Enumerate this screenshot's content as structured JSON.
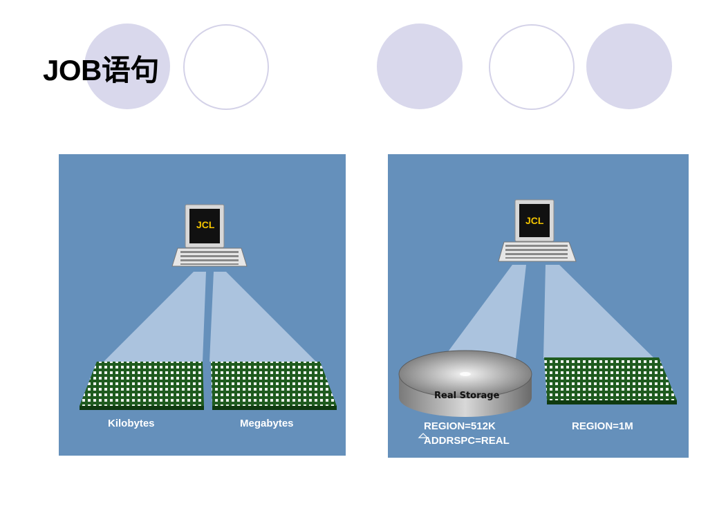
{
  "slide": {
    "title": "JOB语句"
  },
  "left_panel": {
    "screen_text": "JCL",
    "labels": [
      "Kilobytes",
      "Megabytes"
    ]
  },
  "right_panel": {
    "screen_text": "JCL",
    "disk_label": "Real Storage",
    "left_caption_line1": "REGION=512K",
    "left_caption_line2": "ADDRSPC=REAL",
    "right_caption": "REGION=1M"
  }
}
